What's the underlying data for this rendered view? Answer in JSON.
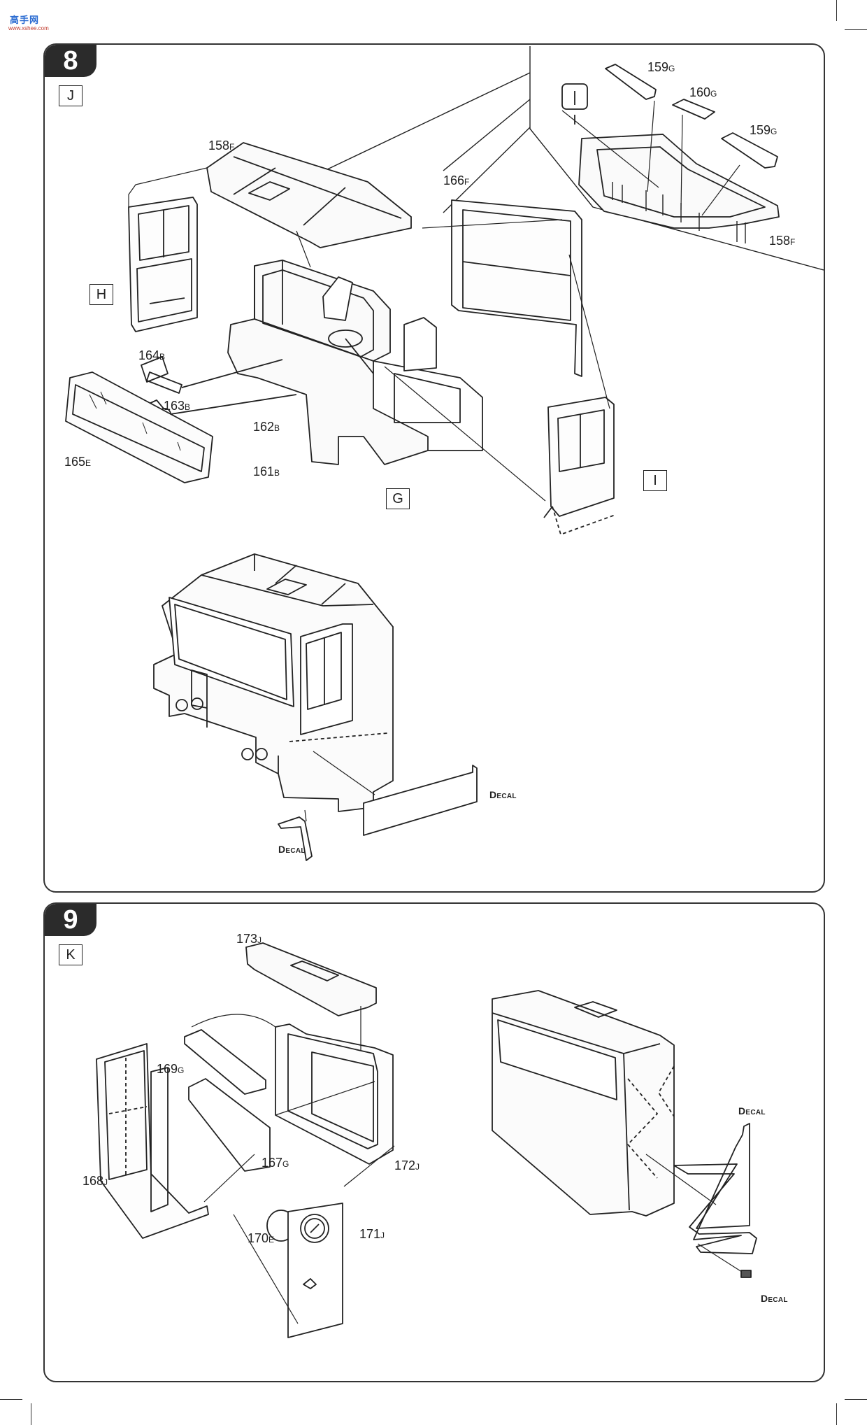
{
  "logo": {
    "text": "高手网",
    "sub": "www.xshee.com"
  },
  "steps": [
    {
      "number": "8",
      "subassemblies": [
        "J",
        "H",
        "G",
        "I"
      ],
      "parts": [
        {
          "num": "158",
          "sfx": "F"
        },
        {
          "num": "159",
          "sfx": "G"
        },
        {
          "num": "160",
          "sfx": "G"
        },
        {
          "num": "159",
          "sfx": "G"
        },
        {
          "num": "166",
          "sfx": "F"
        },
        {
          "num": "158",
          "sfx": "F"
        },
        {
          "num": "164",
          "sfx": "B"
        },
        {
          "num": "163",
          "sfx": "B"
        },
        {
          "num": "162",
          "sfx": "B"
        },
        {
          "num": "161",
          "sfx": "B"
        },
        {
          "num": "165",
          "sfx": "E"
        }
      ],
      "decals": [
        "Decal",
        "Decal"
      ]
    },
    {
      "number": "9",
      "subassemblies": [
        "K"
      ],
      "parts": [
        {
          "num": "173",
          "sfx": "J"
        },
        {
          "num": "169",
          "sfx": "G"
        },
        {
          "num": "167",
          "sfx": "G"
        },
        {
          "num": "172",
          "sfx": "J"
        },
        {
          "num": "168",
          "sfx": "J"
        },
        {
          "num": "170",
          "sfx": "E"
        },
        {
          "num": "171",
          "sfx": "J"
        }
      ],
      "decals": [
        "Decal",
        "Decal"
      ]
    }
  ]
}
